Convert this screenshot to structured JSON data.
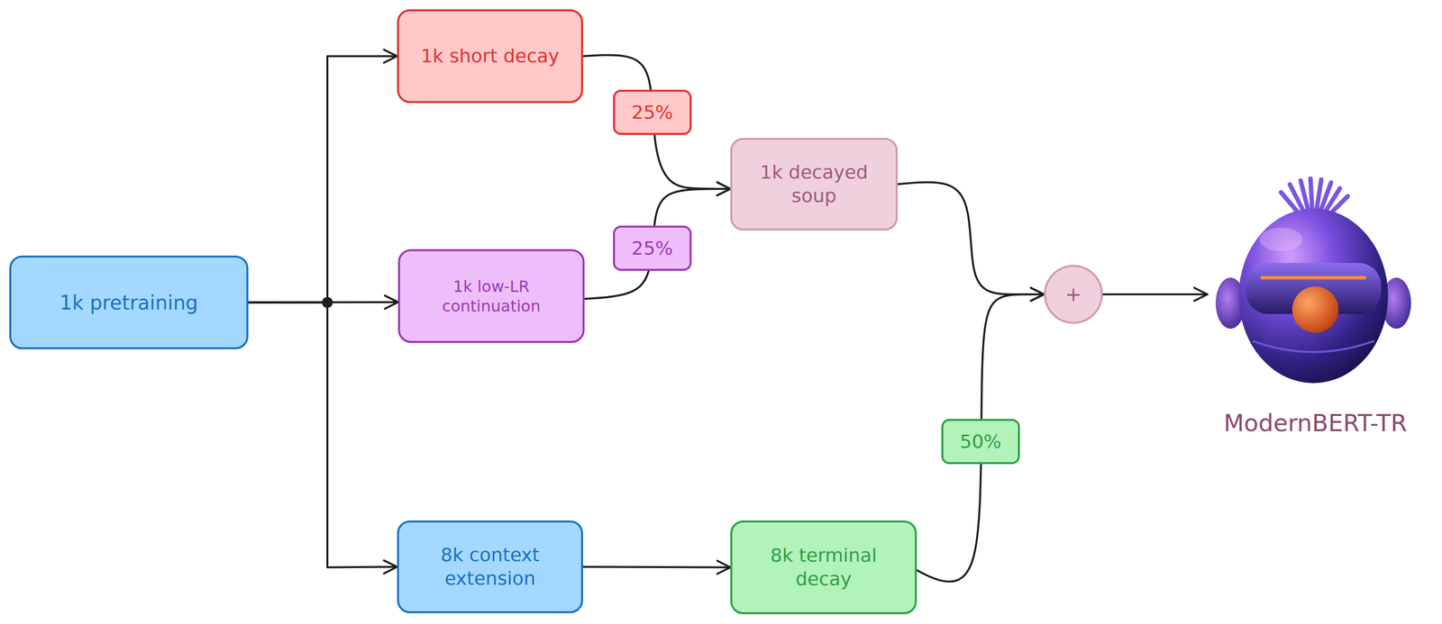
{
  "diagram": {
    "nodes": [
      {
        "text": [
          "1k pretraining"
        ]
      },
      {
        "text": [
          "1k short decay"
        ]
      },
      {
        "text": [
          "1k low-LR continuation"
        ]
      },
      {
        "text": [
          "8k context extension"
        ]
      },
      {
        "text": [
          "1k decayed soup"
        ]
      },
      {
        "text": [
          "8k terminal decay"
        ]
      },
      {
        "text": [
          "+"
        ]
      },
      {
        "text": [
          "ModernBERT-TR"
        ]
      }
    ],
    "edges": [
      {
        "from": 0,
        "to": 1,
        "arrow": "to"
      },
      {
        "from": 0,
        "to": 2,
        "arrow": "to"
      },
      {
        "from": 0,
        "to": 3,
        "arrow": "to"
      },
      {
        "from": 1,
        "to": 4,
        "label": "25%",
        "arrow": "to"
      },
      {
        "from": 2,
        "to": 4,
        "label": "25%",
        "arrow": "to"
      },
      {
        "from": 3,
        "to": 5,
        "arrow": "to"
      },
      {
        "from": 4,
        "to": 6,
        "arrow": "to"
      },
      {
        "from": 5,
        "to": 6,
        "label": "50%",
        "arrow": "to"
      },
      {
        "from": 6,
        "to": 7,
        "arrow": "to"
      }
    ]
  }
}
